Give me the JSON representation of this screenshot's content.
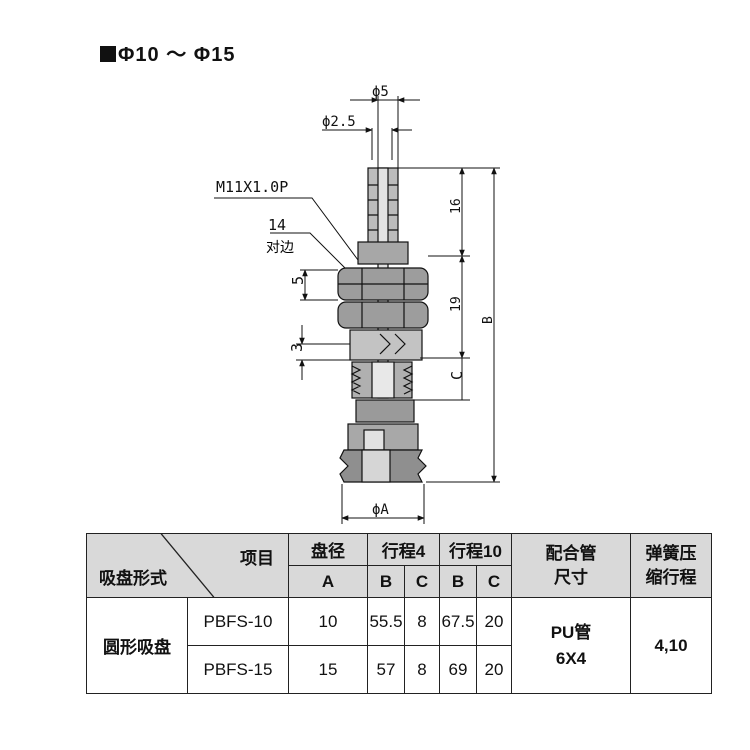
{
  "title": "Φ10 ～ Φ15",
  "drawing": {
    "d_phi5": "ϕ5",
    "d_phi25": "ϕ2.5",
    "thread": "M11X1.0P",
    "hex_size": "14",
    "hex_note": "对边",
    "d5": "5",
    "d3": "3",
    "d16": "16",
    "d19": "19",
    "dB": "B",
    "dC": "C",
    "dA": "ϕA"
  },
  "table": {
    "h_type": "吸盘形式",
    "h_item": "项目",
    "h_dia": "盘径",
    "h_dia_unit": "A",
    "h_stroke4": "行程4",
    "h_stroke10": "行程10",
    "h_b": "B",
    "h_c": "C",
    "h_tube": "配合管\n尺寸",
    "h_spring": "弹簧压\n缩行程",
    "shape": "圆形吸盘",
    "tube": "PU管\n6X4",
    "spring": "4,10",
    "rows": [
      {
        "model": "PBFS-10",
        "a": "10",
        "b4": "55.5",
        "c4": "8",
        "b10": "67.5",
        "c10": "20"
      },
      {
        "model": "PBFS-15",
        "a": "15",
        "b4": "57",
        "c4": "8",
        "b10": "69",
        "c10": "20"
      }
    ]
  }
}
